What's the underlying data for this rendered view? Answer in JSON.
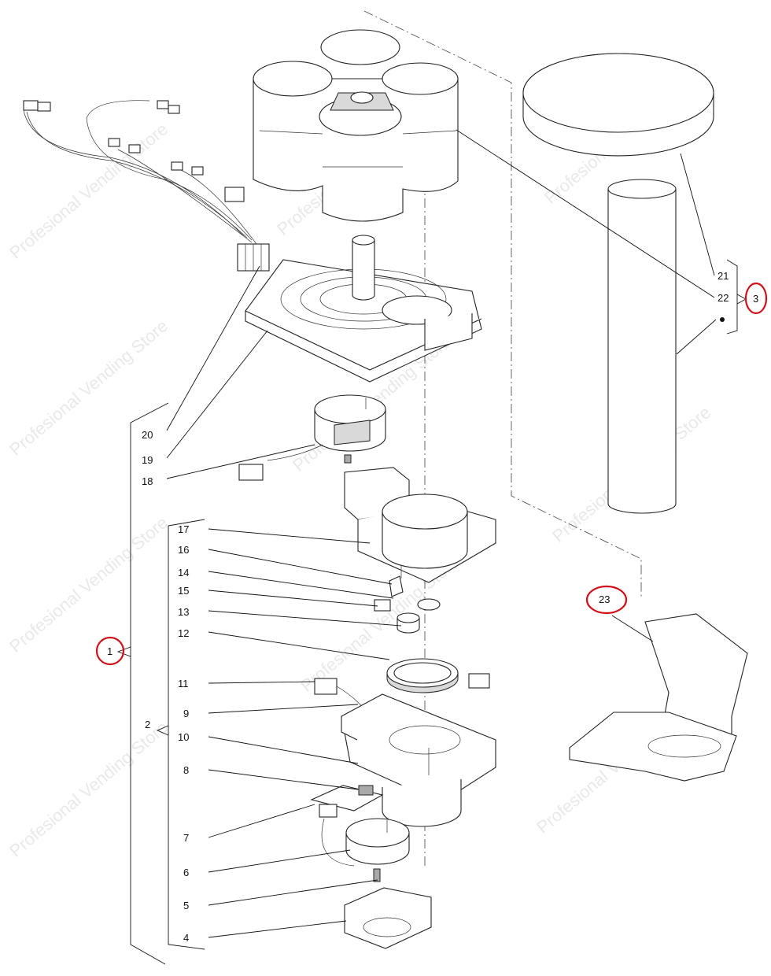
{
  "watermark": "Profesional Vending Store",
  "callouts": {
    "c1": "1",
    "c2": "2",
    "c3": "3",
    "c4": "4",
    "c5": "5",
    "c6": "6",
    "c7": "7",
    "c8": "8",
    "c9": "9",
    "c10": "10",
    "c11": "11",
    "c12": "12",
    "c13": "13",
    "c14": "14",
    "c15": "15",
    "c16": "16",
    "c17": "17",
    "c18": "18",
    "c19": "19",
    "c20": "20",
    "c21": "21",
    "c22": "22",
    "c23": "23"
  },
  "colors": {
    "highlight": "#d0101a",
    "line": "#111111",
    "shade": "#d9d9d9"
  }
}
